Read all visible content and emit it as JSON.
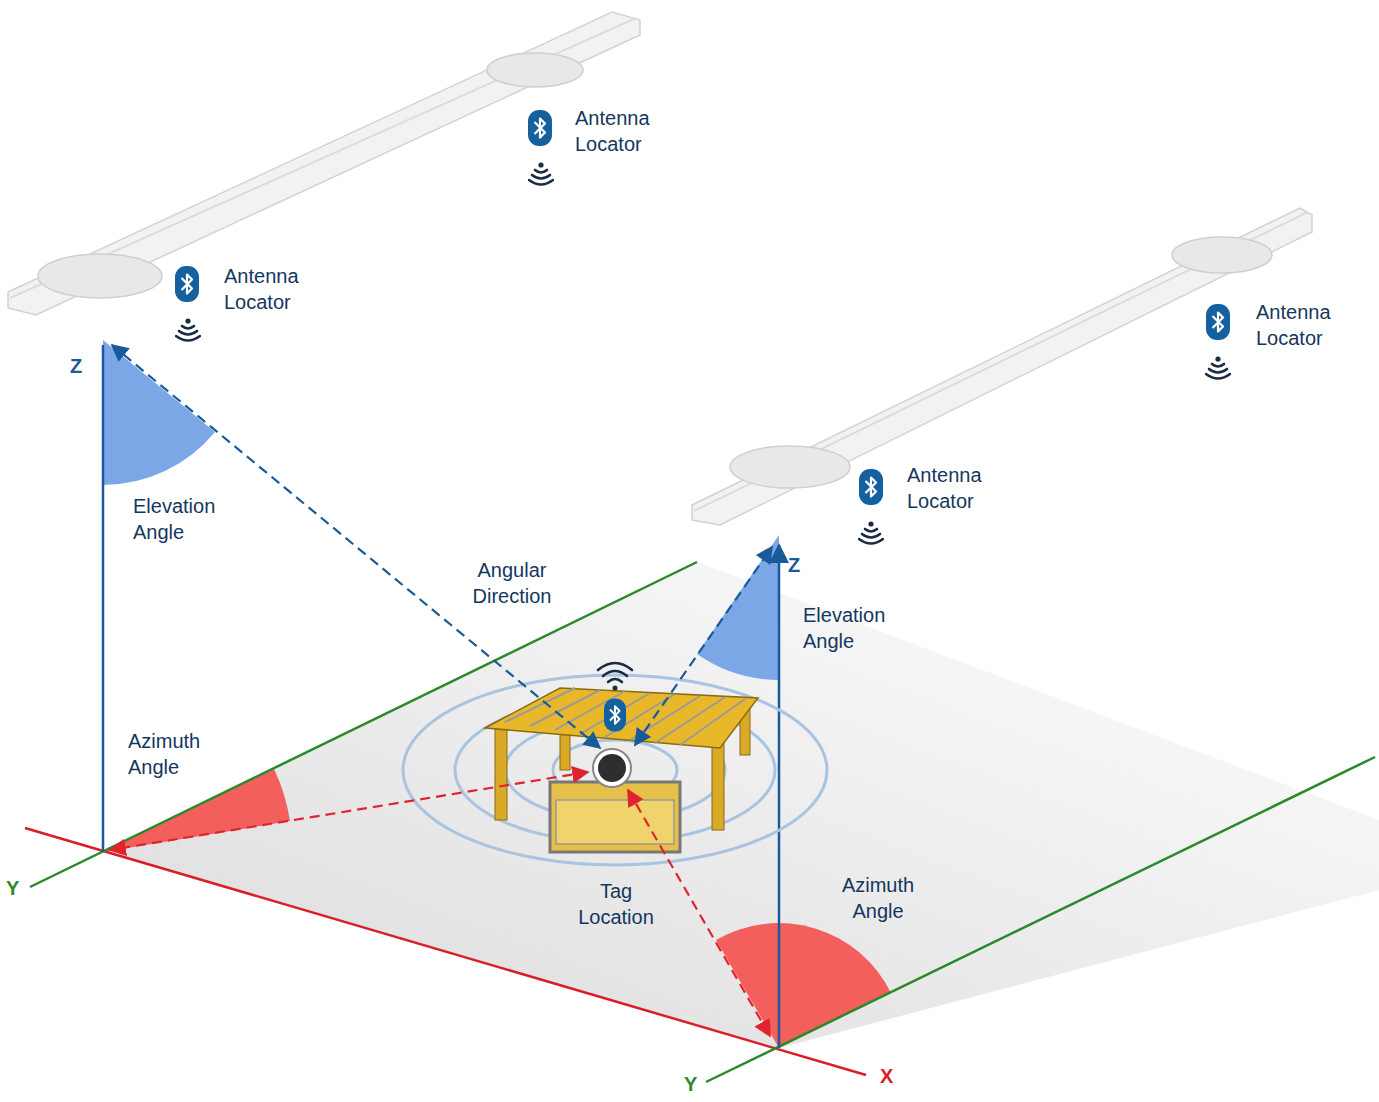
{
  "diagram": {
    "labels": [
      "Antenna Locator",
      "Antenna Locator",
      "Antenna Locator",
      "Antenna Locator",
      "Z",
      "Elevation Angle",
      "Angular Direction",
      "Z",
      "Elevation Angle",
      "Azimuth Angle",
      "Tag Location",
      "Azimuth Angle",
      "Y",
      "Y",
      "X"
    ]
  }
}
